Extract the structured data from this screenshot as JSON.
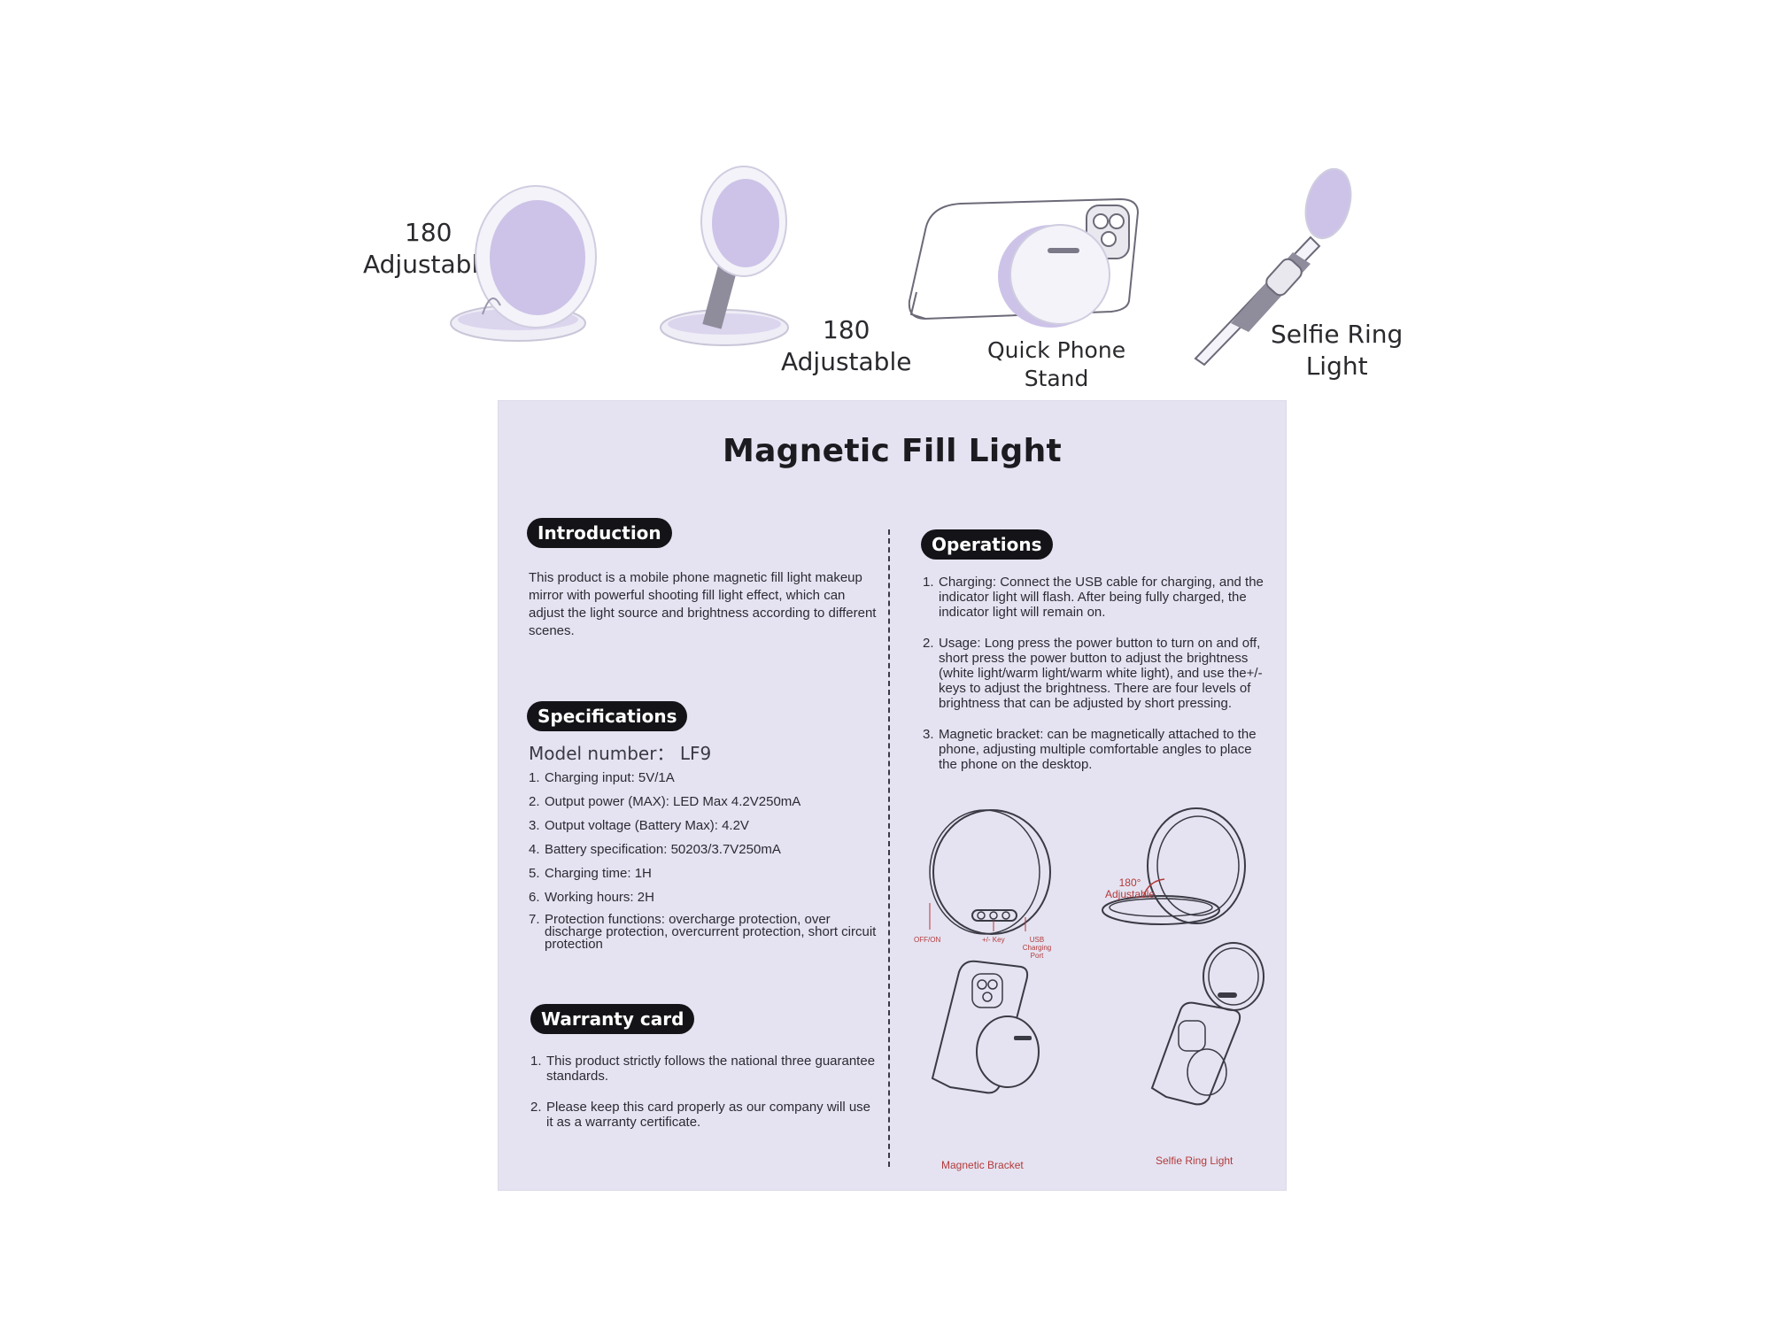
{
  "product_views": [
    {
      "label_lines": [
        "180",
        "Adjustable"
      ],
      "icon": "open-mirror-icon"
    },
    {
      "label_lines": [
        "180",
        "Adjustable"
      ],
      "icon": "standing-mirror-icon"
    },
    {
      "label_lines": [
        "Quick Phone",
        "Stand"
      ],
      "icon": "phone-stand-icon"
    },
    {
      "label_lines": [
        "Selfie Ring",
        "Light"
      ],
      "icon": "selfie-ring-icon"
    }
  ],
  "card": {
    "title": "Magnetic Fill Light",
    "introduction": {
      "heading": "Introduction",
      "text": "This product is a mobile phone magnetic fill light makeup mirror with powerful shooting fill light effect, which can adjust the light source and brightness according to different scenes."
    },
    "specifications": {
      "heading": "Specifications",
      "model": "Model number： LF9",
      "items": [
        {
          "num": "1.",
          "text": "Charging input: 5V/1A"
        },
        {
          "num": "2.",
          "text": "Output power (MAX): LED Max 4.2V250mA"
        },
        {
          "num": "3.",
          "text": "Output voltage (Battery Max): 4.2V"
        },
        {
          "num": "4.",
          "text": "Battery specification: 50203/3.7V250mA"
        },
        {
          "num": "5.",
          "text": "Charging time: 1H"
        },
        {
          "num": "6.",
          "text": "Working hours: 2H"
        },
        {
          "num": "7.",
          "text": "Protection functions: overcharge protection, over discharge protection, overcurrent protection, short circuit protection"
        }
      ]
    },
    "warranty": {
      "heading": "Warranty card",
      "items": [
        {
          "num": "1.",
          "text": "This product strictly follows the national three guarantee standards."
        },
        {
          "num": "2.",
          "text": "Please keep this card properly as our company will use it as a warranty certificate."
        }
      ]
    },
    "operations": {
      "heading": "Operations",
      "items": [
        {
          "num": "1.",
          "text": "Charging: Connect the USB cable for charging, and the indicator light will flash. After being fully charged, the indicator light will remain on."
        },
        {
          "num": "2.",
          "text": "Usage: Long press the power button to turn on and off, short press the power button to adjust the brightness (white light/warm light/warm white light), and use the+/- keys to adjust the brightness. There are four levels of brightness that can be adjusted by short pressing."
        },
        {
          "num": "3.",
          "text": "Magnetic bracket: can be magnetically attached to the phone, adjusting multiple comfortable angles to place the phone on the desktop."
        }
      ]
    },
    "diagrams": {
      "button_labels": {
        "off_on": "OFF/ON",
        "key": "+/- Key",
        "usb": "USB Charging Port"
      },
      "adjustable": [
        "180°",
        "Adjustable"
      ],
      "magnetic_bracket": "Magnetic Bracket",
      "selfie_ring_light": "Selfie Ring Light"
    }
  },
  "colors": {
    "card_bg": "#e5e3f1",
    "mirror_lavender": "#d6cdec",
    "pill_bg": "#141418",
    "annotation_red": "#b23a3a"
  }
}
